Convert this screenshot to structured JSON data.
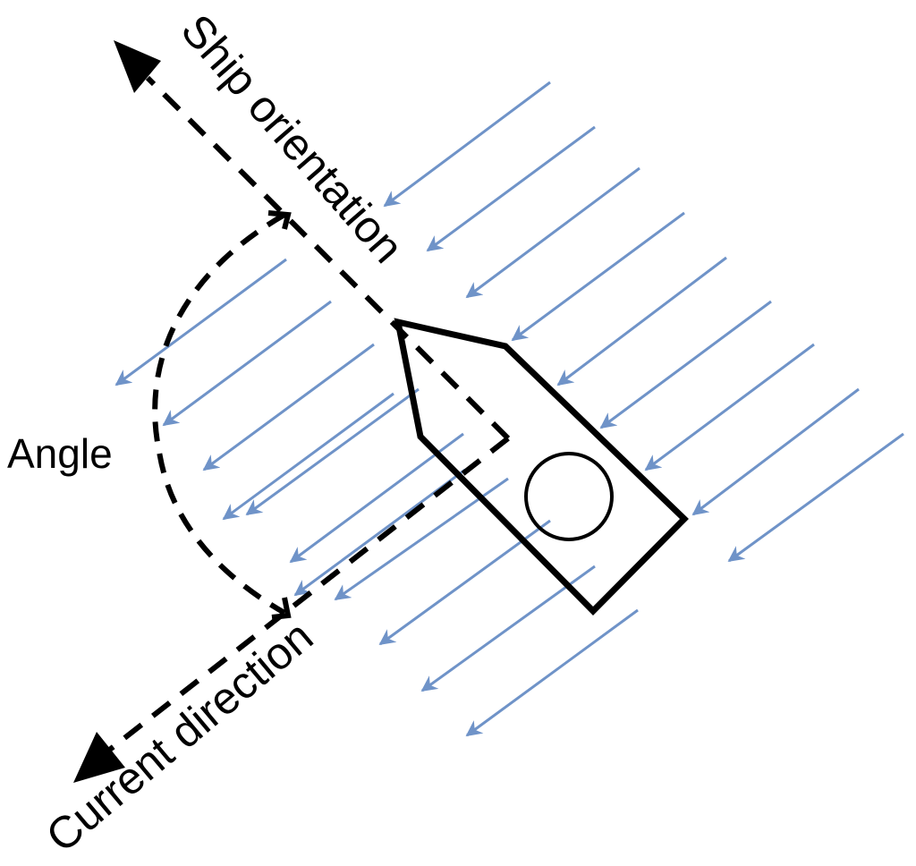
{
  "labels": {
    "ship_orientation": "Ship orientation",
    "angle": "Angle",
    "current_direction": "Current direction"
  },
  "colors": {
    "current_arrow": "#6f93c8",
    "outline": "#000000",
    "background": "#ffffff"
  },
  "elements": {
    "current_arrows": {
      "count": 20,
      "meaning": "water current flow"
    },
    "ship": {
      "shape": "outline with circle"
    }
  }
}
